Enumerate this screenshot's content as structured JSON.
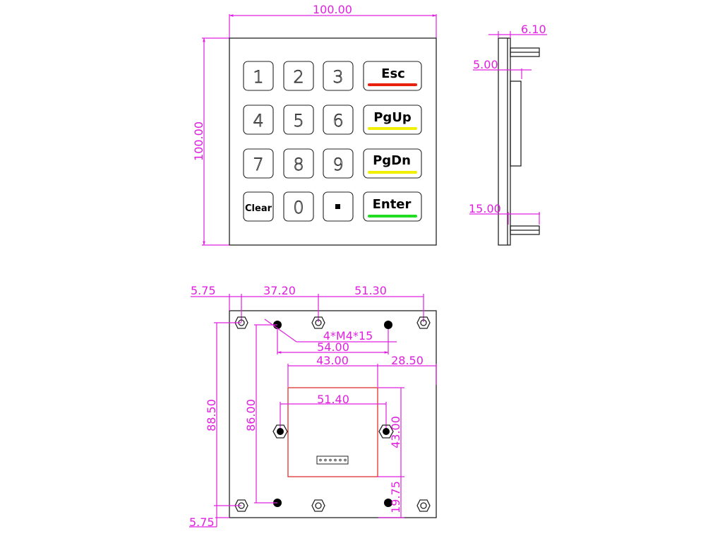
{
  "front_view": {
    "width_dim": "100.00",
    "height_dim": "100.00",
    "keys": [
      {
        "label": "1",
        "type": "num"
      },
      {
        "label": "2",
        "type": "num"
      },
      {
        "label": "3",
        "type": "num"
      },
      {
        "label": "Esc",
        "type": "func",
        "bar_color": "#e8200c"
      },
      {
        "label": "4",
        "type": "num"
      },
      {
        "label": "5",
        "type": "num"
      },
      {
        "label": "6",
        "type": "num"
      },
      {
        "label": "PgUp",
        "type": "func",
        "bar_color": "#f0f000"
      },
      {
        "label": "7",
        "type": "num"
      },
      {
        "label": "8",
        "type": "num"
      },
      {
        "label": "9",
        "type": "num"
      },
      {
        "label": "PgDn",
        "type": "func",
        "bar_color": "#f0f000"
      },
      {
        "label": "Clear",
        "type": "func-small"
      },
      {
        "label": "0",
        "type": "num"
      },
      {
        "label": "▪",
        "type": "dot"
      },
      {
        "label": "Enter",
        "type": "func",
        "bar_color": "#22dd22"
      }
    ]
  },
  "side_view": {
    "thickness_dim": "6.10",
    "pcb_dim": "5.00",
    "stud_dim": "15.00"
  },
  "rear_view": {
    "left_edge_dim": "5.75",
    "stud_spacing_1": "37.20",
    "stud_spacing_2": "51.30",
    "screw_label": "4*M4*15",
    "screw_spacing": "54.00",
    "pcb_width": "43.00",
    "pcb_right_offset": "28.50",
    "pcb_mount_spacing": "51.40",
    "pcb_height": "43.00",
    "pcb_bottom_offset": "19.75",
    "stud_vertical_spacing": "88.50",
    "screw_vertical_spacing": "86.00",
    "bottom_edge_dim": "5.75",
    "connector_pins": 6
  },
  "colors": {
    "dimension": "#e020e0",
    "pcb_outline": "#e02020",
    "outline": "#222222"
  }
}
